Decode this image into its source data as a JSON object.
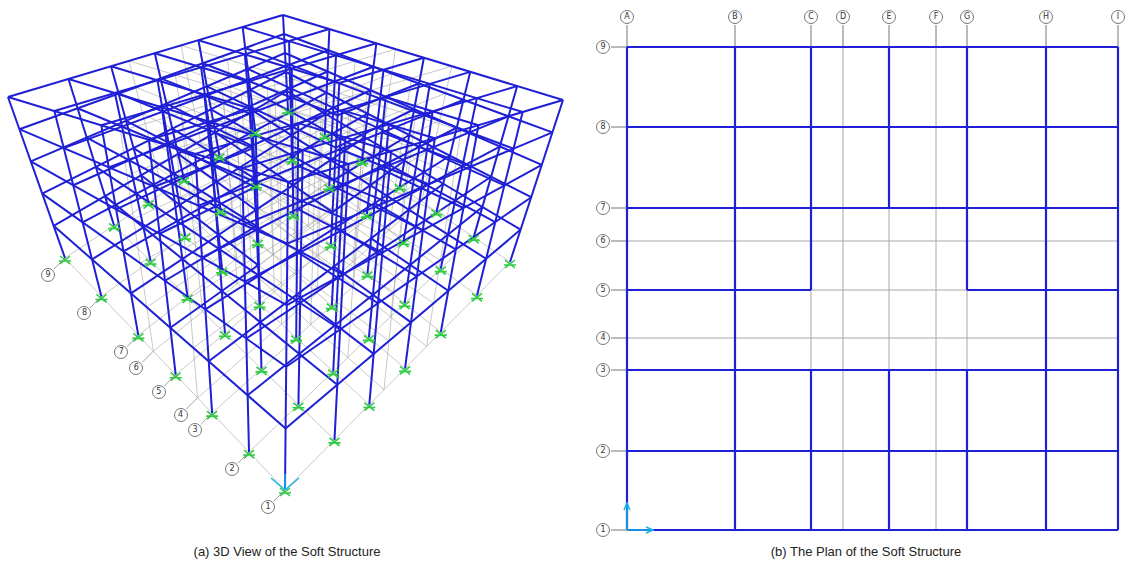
{
  "diagram": {
    "nodes": [
      {
        "text": [
          "9"
        ]
      },
      {
        "text": [
          "8"
        ]
      },
      {
        "text": [
          "7"
        ]
      },
      {
        "text": [
          "6"
        ]
      },
      {
        "text": [
          "5"
        ]
      },
      {
        "text": [
          "4"
        ]
      },
      {
        "text": [
          "3"
        ]
      },
      {
        "text": [
          "2"
        ]
      },
      {
        "text": [
          "1"
        ]
      },
      {
        "text": [
          "A"
        ]
      },
      {
        "text": [
          "B"
        ]
      },
      {
        "text": [
          "C"
        ]
      },
      {
        "text": [
          "D"
        ]
      },
      {
        "text": [
          "E"
        ]
      },
      {
        "text": [
          "F"
        ]
      },
      {
        "text": [
          "G"
        ]
      },
      {
        "text": [
          "H"
        ]
      },
      {
        "text": [
          "I"
        ]
      },
      {
        "text": [
          "9"
        ]
      },
      {
        "text": [
          "8"
        ]
      },
      {
        "text": [
          "7"
        ]
      },
      {
        "text": [
          "6"
        ]
      },
      {
        "text": [
          "5"
        ]
      },
      {
        "text": [
          "4"
        ]
      },
      {
        "text": [
          "3"
        ]
      },
      {
        "text": [
          "2"
        ]
      },
      {
        "text": [
          "1"
        ]
      }
    ],
    "labels": [
      "(a) 3D View of the Soft Structure",
      "(b) The Plan of the Soft Structure"
    ]
  }
}
